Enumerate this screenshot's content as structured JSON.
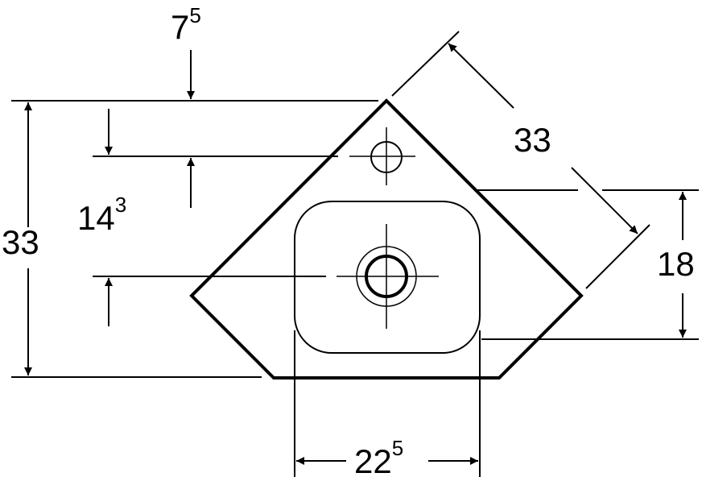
{
  "dimensions": {
    "top_offset": {
      "main": "7",
      "sup": "5"
    },
    "left_height": {
      "main": "33"
    },
    "inner_offset": {
      "main": "14",
      "sup": "3"
    },
    "diagonal_side": {
      "main": "33"
    },
    "right_depth": {
      "main": "18"
    },
    "bottom_width": {
      "main": "22",
      "sup": "5"
    }
  },
  "colors": {
    "stroke": "#000000",
    "background": "#ffffff"
  }
}
